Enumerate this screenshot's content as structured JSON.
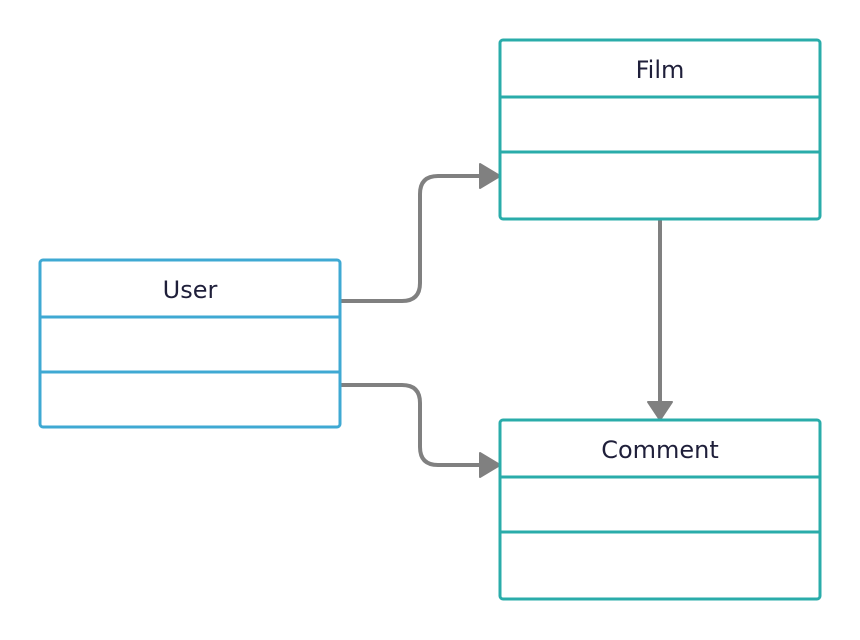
{
  "diagram": {
    "classes": [
      {
        "id": "user",
        "name": "User",
        "border_color": "#3fa9d3"
      },
      {
        "id": "film",
        "name": "Film",
        "border_color": "#2aacaa"
      },
      {
        "id": "comment",
        "name": "Comment",
        "border_color": "#2aacaa"
      }
    ],
    "connectors": [
      {
        "from": "user",
        "to": "film"
      },
      {
        "from": "user",
        "to": "comment"
      },
      {
        "from": "film",
        "to": "comment"
      }
    ],
    "connector_color": "#808080"
  }
}
